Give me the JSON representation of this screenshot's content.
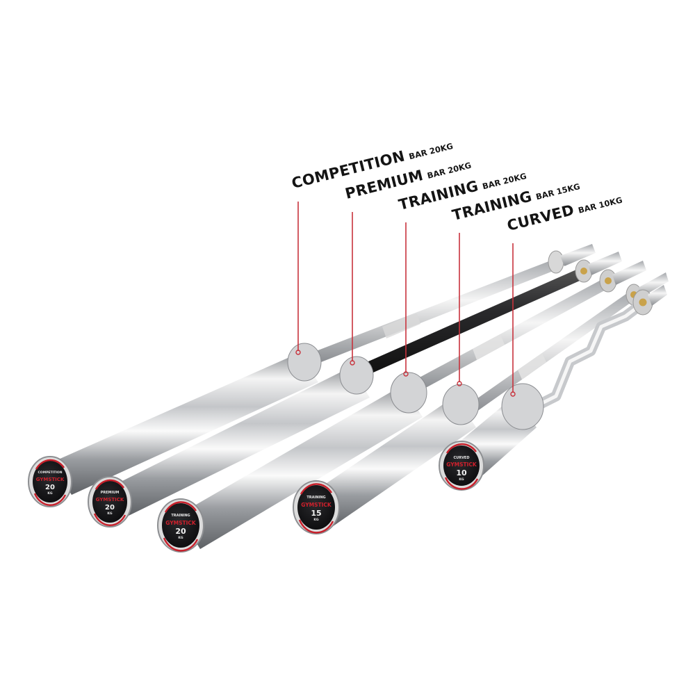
{
  "colors": {
    "background": "#ffffff",
    "label_text": "#141414",
    "leader_line": "#c8323c",
    "cap_face": "#1b1b1d",
    "cap_ring": "#c8202b",
    "cap_brand": "#d0202c",
    "chrome_light": "#f2f2f2",
    "chrome_mid": "#b9bbbe",
    "chrome_dark": "#6f7276",
    "grip_black": "#2b2b2d",
    "brass": "#c9a24a"
  },
  "bars": [
    {
      "label": {
        "name": "COMPETITION",
        "spec": "BAR 20KG"
      },
      "cap": {
        "model": "COMPETITION",
        "brand": "GYMSTICK",
        "weight": "20",
        "unit": "KG"
      }
    },
    {
      "label": {
        "name": "PREMIUM",
        "spec": "BAR 20KG"
      },
      "cap": {
        "model": "PREMIUM",
        "brand": "GYMSTICK",
        "weight": "20",
        "unit": "KG"
      }
    },
    {
      "label": {
        "name": "TRAINING",
        "spec": "BAR 20KG"
      },
      "cap": {
        "model": "TRAINING",
        "brand": "GYMSTICK",
        "weight": "20",
        "unit": "KG"
      }
    },
    {
      "label": {
        "name": "TRAINING",
        "spec": "BAR 15KG"
      },
      "cap": {
        "model": "TRAINING",
        "brand": "GYMSTICK",
        "weight": "15",
        "unit": "KG"
      }
    },
    {
      "label": {
        "name": "CURVED",
        "spec": "BAR 10KG"
      },
      "cap": {
        "model": "CURVED",
        "brand": "GYMSTICK",
        "weight": "10",
        "unit": "KG"
      }
    }
  ]
}
